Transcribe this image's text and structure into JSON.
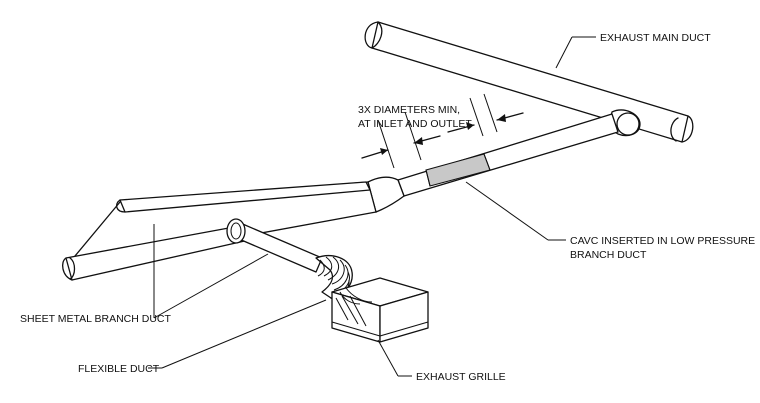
{
  "labels": {
    "exhaust_main_duct": "EXHAUST MAIN DUCT",
    "diameters_line1": "3X DIAMETERS MIN,",
    "diameters_line2": "AT INLET AND OUTLET",
    "cavc_line1": "CAVC INSERTED IN LOW PRESSURE",
    "cavc_line2": "BRANCH DUCT",
    "sheet_metal_branch_duct": "SHEET METAL BRANCH DUCT",
    "flexible_duct": "FLEXIBLE DUCT",
    "exhaust_grille": "EXHAUST GRILLE"
  },
  "colors": {
    "line": "#111111",
    "cavc_fill": "#c8c8c8",
    "background": "#ffffff"
  }
}
